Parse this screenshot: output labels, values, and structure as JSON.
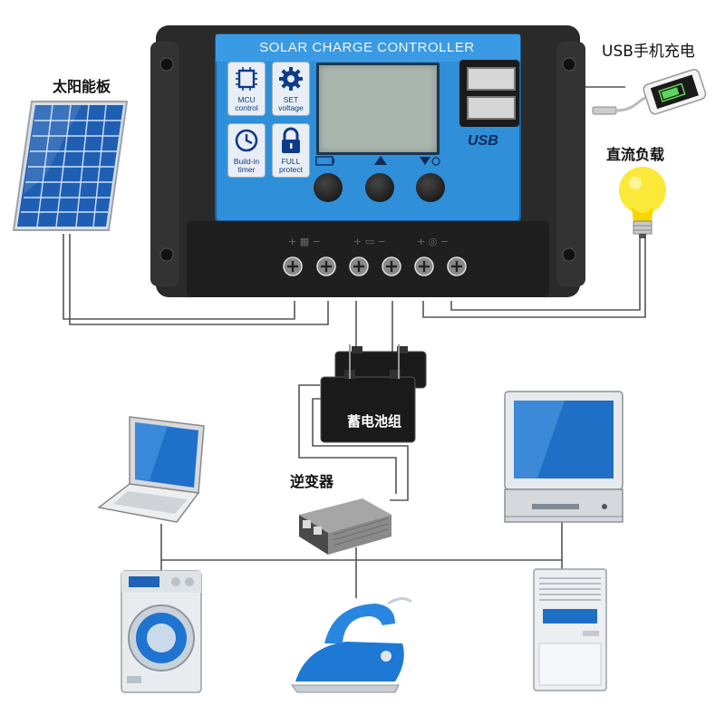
{
  "controller": {
    "title": "SOLAR CHARGE CONTROLLER",
    "usb_logo": "USB",
    "buttons": [
      {
        "label_1": "MCU",
        "label_2": "control",
        "icon": "chip-icon"
      },
      {
        "label_1": "SET",
        "label_2": "voltage",
        "icon": "gear-icon"
      },
      {
        "label_1": "Build-in",
        "label_2": "timer",
        "icon": "clock-icon"
      },
      {
        "label_1": "FULL",
        "label_2": "protect",
        "icon": "lock-icon"
      }
    ],
    "colors": {
      "body": "#2b2b2b",
      "face": "#2f8fd8",
      "lcd": "#aeb8b0"
    }
  },
  "labels": {
    "solar_panel": "太阳能板",
    "usb_charging": "USB手机充电",
    "dc_load": "直流负载",
    "battery": "蓄电池组",
    "inverter": "逆变器"
  }
}
